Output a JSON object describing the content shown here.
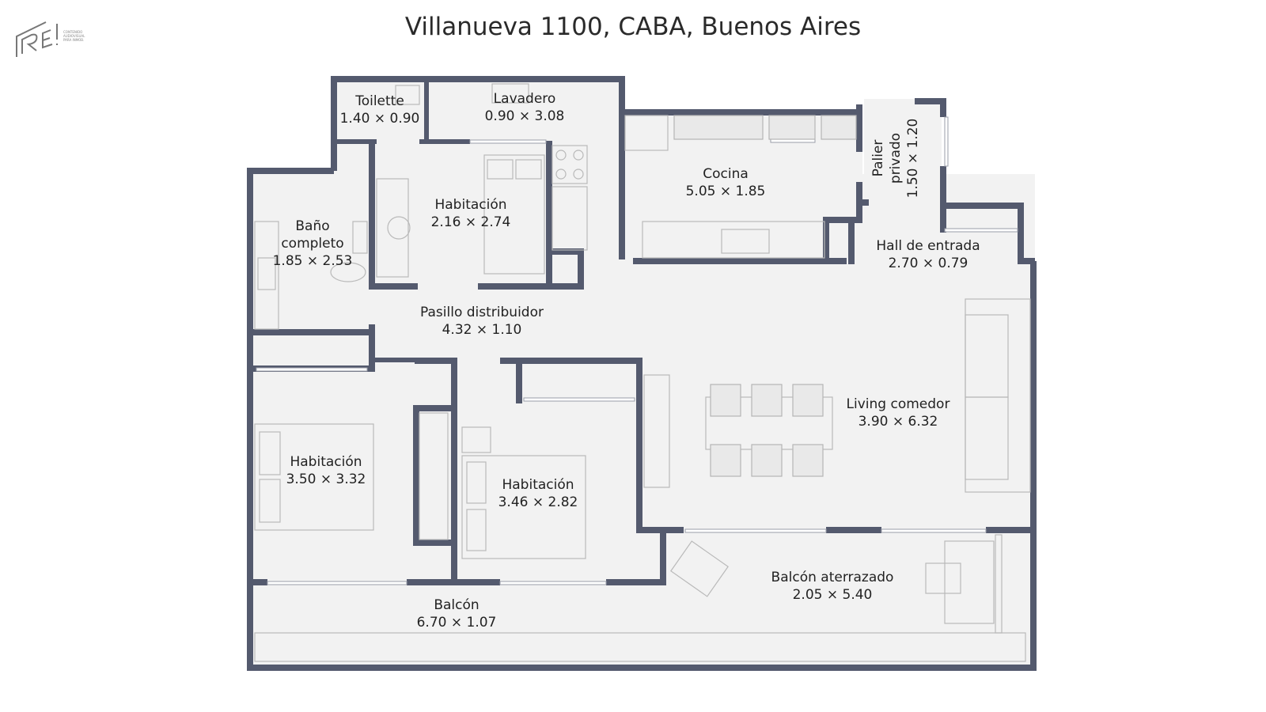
{
  "header": {
    "title": "Villanueva 1100, CABA, Buenos Aires"
  },
  "logo": {
    "mark": "RE!",
    "tagline": [
      "CONTENIDO",
      "AUDIOVISUAL",
      "PARA INMOB."
    ]
  },
  "rooms": {
    "toilette": {
      "name": "Toilette",
      "dims": "1.40 × 0.90"
    },
    "lavadero": {
      "name": "Lavadero",
      "dims": "0.90 × 3.08"
    },
    "habitacion_1": {
      "name": "Habitación",
      "dims": "2.16 × 2.74"
    },
    "cocina": {
      "name": "Cocina",
      "dims": "5.05 × 1.85"
    },
    "palier": {
      "name_1": "Palier",
      "name_2": "privado",
      "dims": "1.50 × 1.20"
    },
    "bano": {
      "name_1": "Baño",
      "name_2": "completo",
      "dims": "1.85 × 2.53"
    },
    "hall": {
      "name": "Hall de entrada",
      "dims": "2.70 × 0.79"
    },
    "pasillo": {
      "name": "Pasillo distribuidor",
      "dims": "4.32 × 1.10"
    },
    "living": {
      "name": "Living comedor",
      "dims": "3.90 × 6.32"
    },
    "habitacion_2": {
      "name": "Habitación",
      "dims": "3.50 × 3.32"
    },
    "habitacion_3": {
      "name": "Habitación",
      "dims": "3.46 × 2.82"
    },
    "balcon_terraza": {
      "name": "Balcón aterrazado",
      "dims": "2.05 × 5.40"
    },
    "balcon": {
      "name": "Balcón",
      "dims": "6.70 × 1.07"
    }
  }
}
